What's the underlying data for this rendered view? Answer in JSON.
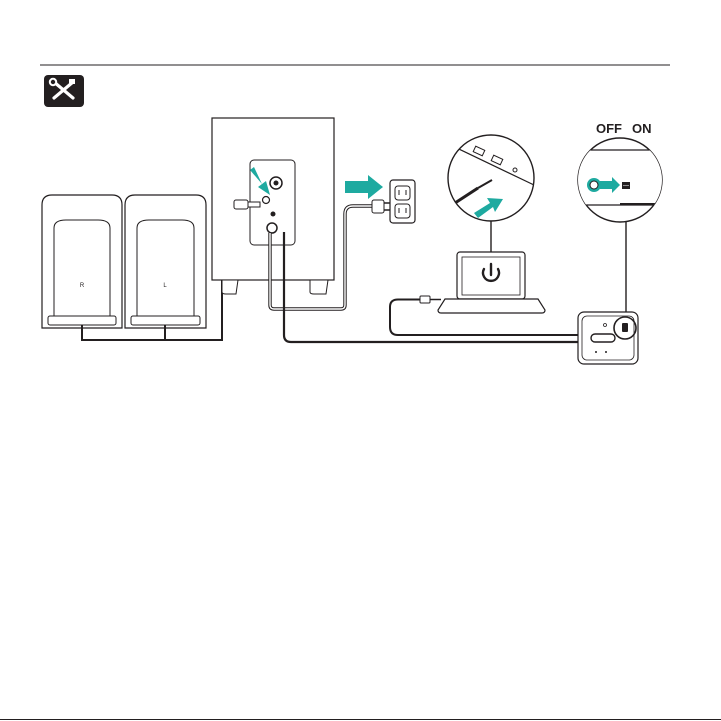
{
  "section_icon": "tools-icon",
  "switch_labels": {
    "off": "OFF",
    "on": "ON"
  },
  "speakers": {
    "right": "R",
    "left": "L"
  },
  "colors": {
    "accent": "#1eaaa0",
    "line": "#231f20",
    "cable_gray": "#8a8a8a"
  },
  "icons": [
    "tools-icon",
    "power-icon",
    "power-outlet-icon",
    "audio-jack-icon",
    "arrow-icon"
  ]
}
